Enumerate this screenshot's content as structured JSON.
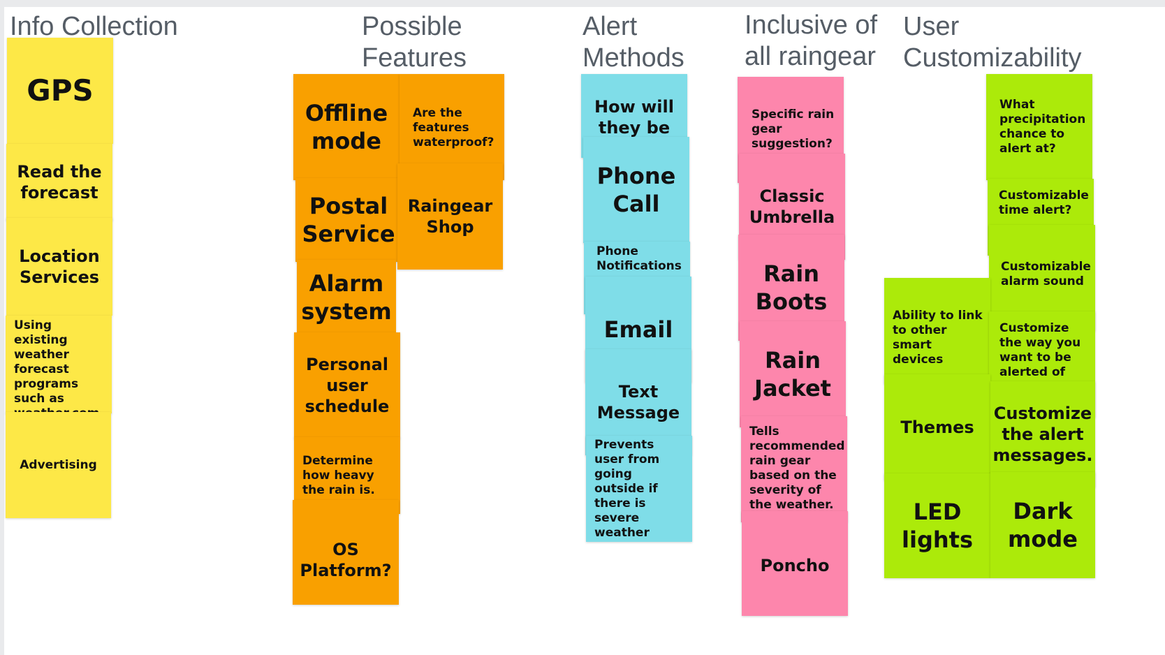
{
  "columns": [
    {
      "title": "Info Collection",
      "notes": [
        "GPS",
        "Read the forecast",
        "Location Services",
        "Using existing weather forecast programs such as weather.com",
        "Advertising"
      ]
    },
    {
      "title": "Possible Features",
      "notes": [
        "Offline mode",
        "Are the features waterproof?",
        "Postal Service",
        "Raingear Shop",
        "Alarm system",
        "Personal user schedule",
        "Determine how heavy the rain is.",
        "OS Platform?"
      ]
    },
    {
      "title": "Alert Methods",
      "notes": [
        "How will they be",
        "Phone Call",
        "Phone Notifications",
        "Email",
        "Text Message",
        "Prevents user from going outside if there is severe weather"
      ]
    },
    {
      "title": "Inclusive of all raingear",
      "notes": [
        "Specific rain gear suggestion?",
        "Classic Umbrella",
        "Rain Boots",
        "Rain Jacket",
        "Tells recommended rain gear based on the severity of the weather.",
        "Poncho"
      ]
    },
    {
      "title": "User Customizability",
      "notes": [
        "What precipitation chance to alert at?",
        "Customizable time alert?",
        "Customizable alarm sound",
        "Ability to link to other smart devices",
        "Customize the way you want to be alerted of rain.",
        "Themes",
        "Customize the alert messages.",
        "LED lights",
        "Dark mode"
      ]
    }
  ],
  "colors": {
    "yellow": "#fde847",
    "orange": "#f9a000",
    "cyan": "#7fdde8",
    "pink": "#fd86ac",
    "green": "#acea0a"
  }
}
